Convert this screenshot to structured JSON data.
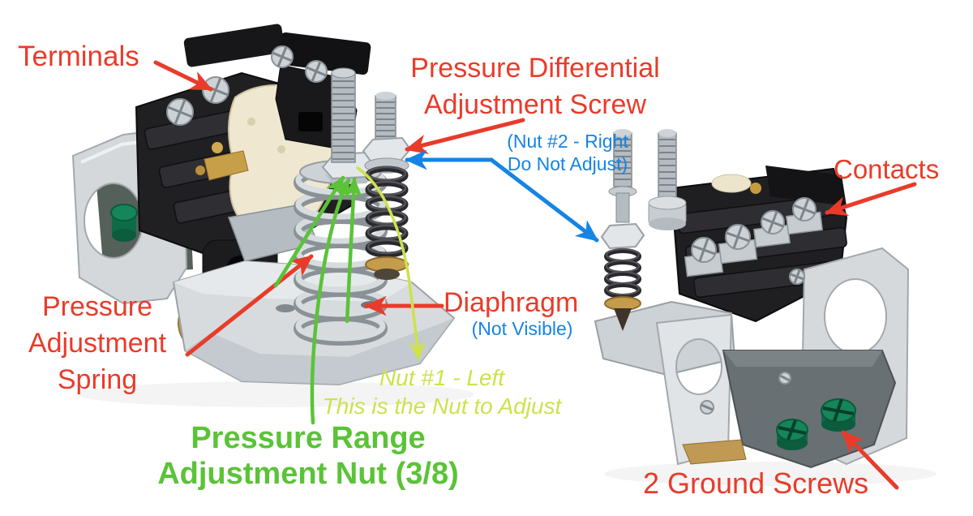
{
  "colors": {
    "red": "#e93b2a",
    "blue": "#1584e4",
    "green": "#5ac337",
    "yellow_green": "#cde24b",
    "ground_screw_green": "#15855a"
  },
  "annotations": {
    "terminals": {
      "label": "Terminals"
    },
    "pressure_differential_adjustment_screw": {
      "line1": "Pressure Differential",
      "line2": "Adjustment Screw",
      "note_line1": "(Nut #2 - Right",
      "note_line2": "Do Not Adjust)"
    },
    "contacts": {
      "label": "Contacts"
    },
    "pressure_adjustment_spring": {
      "line1": "Pressure",
      "line2": "Adjustment",
      "line3": "Spring"
    },
    "diaphragm": {
      "label": "Diaphragm",
      "note": "(Not Visible)"
    },
    "pressure_range_adjustment_nut": {
      "note_line1": "Nut #1 - Left",
      "note_line2": "This is the Nut to Adjust",
      "line1": "Pressure Range",
      "line2": "Adjustment Nut (3/8)"
    },
    "ground_screws": {
      "label": "2 Ground Screws"
    }
  }
}
